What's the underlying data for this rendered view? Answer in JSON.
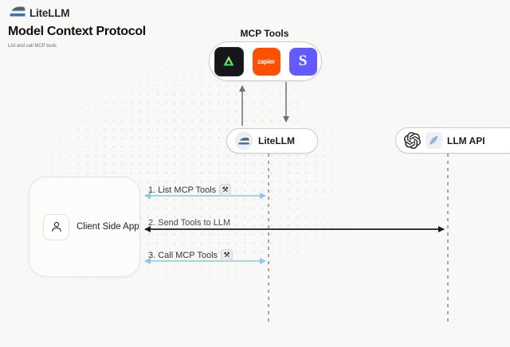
{
  "header": {
    "brand": "LiteLLM",
    "title": "Model Context Protocol",
    "subtitle": "List and call MCP tools"
  },
  "mcp_tools": {
    "label": "MCP Tools",
    "icons": [
      {
        "name": "green-triangle-logo"
      },
      {
        "name": "zapier-logo",
        "text": "zapier"
      },
      {
        "name": "stripe-logo",
        "letter": "S"
      }
    ]
  },
  "nodes": {
    "litellm": {
      "label": "LiteLLM"
    },
    "llm_api": {
      "label": "LLM API"
    },
    "client": {
      "label": "Client Side App"
    }
  },
  "messages": [
    {
      "label": "1. List MCP Tools",
      "tool_badge": "⚒",
      "direction": "bidirectional",
      "from": "client",
      "to": "litellm"
    },
    {
      "label": "2. Send Tools to LLM",
      "direction": "bidirectional",
      "from": "client",
      "to": "llm_api"
    },
    {
      "label": "3. Call MCP Tools",
      "tool_badge": "⚒",
      "direction": "bidirectional",
      "from": "client",
      "to": "litellm"
    }
  ],
  "colors": {
    "accent_blue_arrow": "#8CC7E8",
    "black_arrow": "#1B1B1B",
    "gray_arrow": "#6F6F6D",
    "lifeline_gray": "#A6A6A3",
    "zapier_orange": "#FF4F00",
    "stripe_purple": "#635BFF",
    "background": "#F8F8F7"
  }
}
